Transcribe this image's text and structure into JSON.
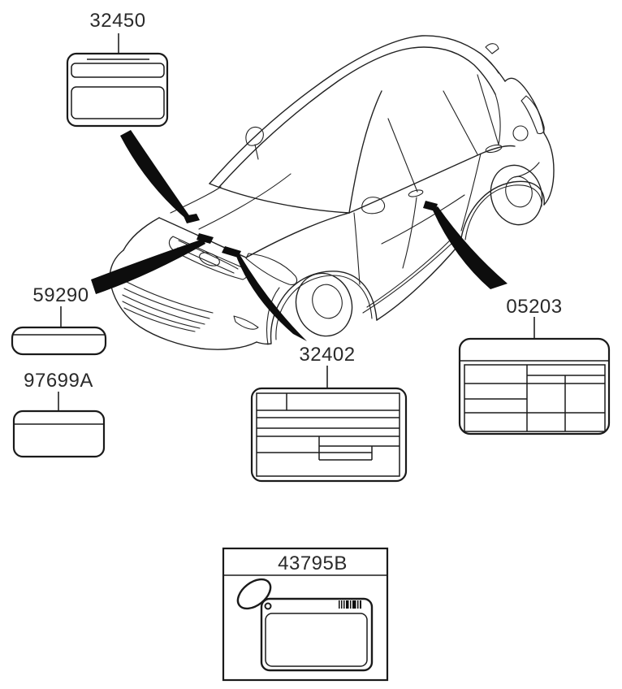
{
  "diagram": {
    "background": "#ffffff",
    "line_color": "#1a1a1a",
    "text_color": "#2a2a2a",
    "callouts": [
      {
        "part_number": "32450"
      },
      {
        "part_number": "59290"
      },
      {
        "part_number": "97699A"
      },
      {
        "part_number": "32402"
      },
      {
        "part_number": "05203"
      },
      {
        "part_number": "43795B"
      }
    ]
  }
}
